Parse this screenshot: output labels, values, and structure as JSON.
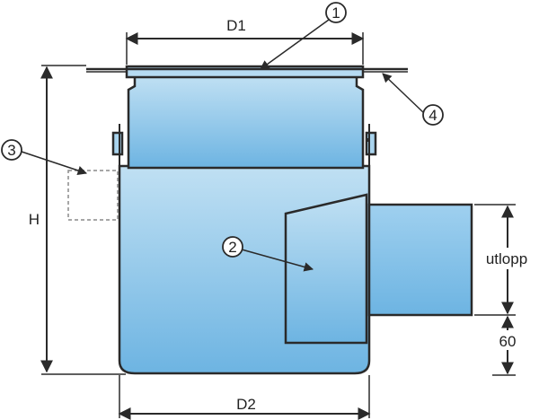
{
  "dimensions": {
    "d1": "D1",
    "d2": "D2",
    "h": "H",
    "outlet": "utlopp",
    "outlet_offset": "60"
  },
  "callouts": {
    "lid": "1",
    "baffle": "2",
    "inlet": "3",
    "flange": "4"
  },
  "colors": {
    "fill_top": "#b9dcf1",
    "fill_bottom": "#6fb6e3",
    "stroke": "#2a2a2a",
    "inlet_dash": "#8a8a8a"
  }
}
